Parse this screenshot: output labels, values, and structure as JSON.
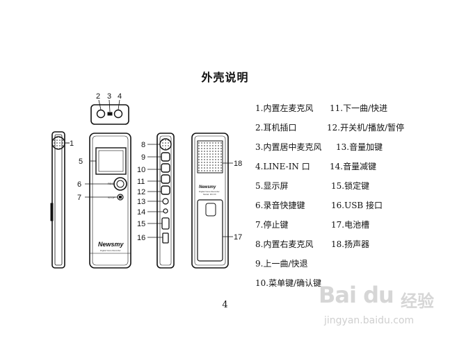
{
  "title": "外壳说明",
  "page_number": "4",
  "figure": {
    "callouts": [
      "1",
      "2",
      "3",
      "4",
      "5",
      "6",
      "7",
      "8",
      "9",
      "10",
      "11",
      "12",
      "13",
      "14",
      "15",
      "16",
      "17",
      "18"
    ],
    "device_labels": {
      "rec": "REC",
      "stop": "STOP",
      "brand_front": "Newsmy",
      "tagline_front": "Digital Voice Recorder",
      "brand_back": "Newsmy",
      "tagline_back": "Digital Voice Recorder",
      "model_back": "Model: RV-XX"
    }
  },
  "legend": {
    "left": [
      "1.内置左麦克风",
      "2.耳机插口",
      "3.内置居中麦克风",
      "4.LINE-IN 口",
      "5.显示屏",
      "6.录音快捷键",
      "7.停止键",
      "8.内置右麦克风",
      "9.上一曲/快退",
      "10.菜单键/确认键"
    ],
    "right": [
      "11.下一曲/快进",
      "12.开关机/播放/暂停",
      "13.音量加键",
      "14.音量减键",
      "15.锁定键",
      "16.USB 接口",
      "17.电池槽",
      "18.扬声器"
    ]
  },
  "watermark": {
    "brand": "Bai du",
    "cn": "经验",
    "url": "jingyan.baidu.com"
  }
}
